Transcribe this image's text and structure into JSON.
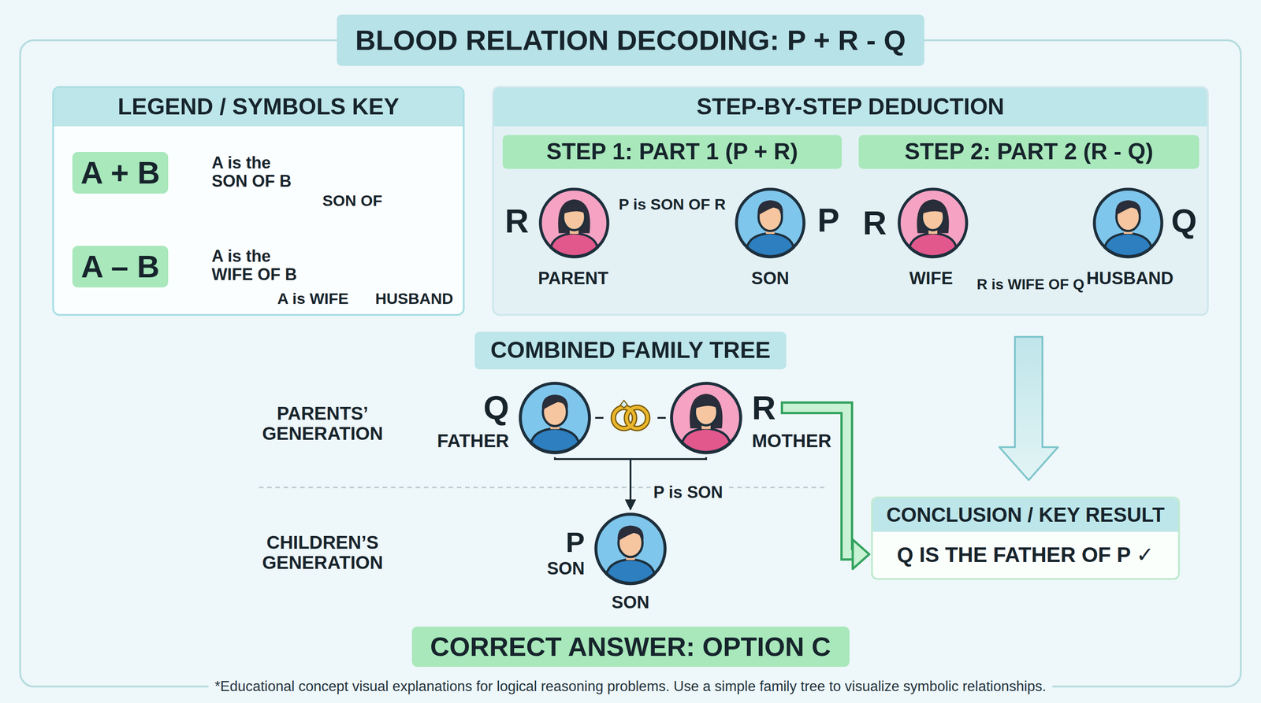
{
  "diagram": {
    "title": "BLOOD RELATION DECODING: P + R - Q",
    "caption": "*Educational concept visual explanations for logical reasoning problems. Use a simple family tree to visualize symbolic relationships.",
    "nodes": [
      {
        "text": [
          "LEGEND / SYMBOLS KEY"
        ]
      },
      {
        "text": [
          "A + B"
        ],
        "in": 0
      },
      {
        "text": [
          "A – B"
        ],
        "in": 0
      },
      {
        "text": [
          "STEP-BY-STEP DEDUCTION"
        ]
      },
      {
        "text": [
          "STEP 1: PART 1 (P + R)"
        ],
        "in": 3
      },
      {
        "text": [
          "STEP 2: PART 2 (R - Q)"
        ],
        "in": 3
      },
      {
        "text": [
          "R",
          "PARENT"
        ],
        "in": 3
      },
      {
        "text": [
          "P",
          "SON"
        ],
        "in": 3
      },
      {
        "text": [
          "R",
          "WIFE"
        ],
        "in": 3
      },
      {
        "text": [
          "Q",
          "HUSBAND"
        ],
        "in": 3
      },
      {
        "text": [
          "COMBINED FAMILY TREE"
        ]
      },
      {
        "text": [
          "Q",
          "FATHER"
        ]
      },
      {
        "text": [
          "R",
          "MOTHER"
        ]
      },
      {
        "text": [
          "P",
          "SON",
          "SON"
        ]
      },
      {
        "text": [
          "CONCLUSION / KEY RESULT",
          "Q IS THE FATHER OF P ✓"
        ]
      },
      {
        "text": [
          "CORRECT ANSWER: OPTION C"
        ]
      }
    ],
    "edges": [
      {
        "from": 6,
        "to": 7,
        "arrow": "to",
        "label": "P is SON OF R"
      },
      {
        "from": 8,
        "to": 9,
        "arrow": "both",
        "label": "R is WIFE OF Q"
      },
      {
        "from": 11,
        "to": 12,
        "arrow": "none"
      },
      {
        "from": 11,
        "to": 13,
        "arrow": "to",
        "label": "P is SON"
      },
      {
        "from": 12,
        "to": 13,
        "arrow": "to"
      },
      {
        "from": 12,
        "to": 14,
        "arrow": "to"
      },
      {
        "from": 3,
        "to": 14,
        "arrow": "to"
      }
    ],
    "labels": [
      "A is the SON OF B",
      "SON OF",
      "A is the WIFE OF B",
      "A is WIFE",
      "HUSBAND",
      "PARENTS’ GENERATION",
      "CHILDREN’S GENERATION"
    ]
  }
}
